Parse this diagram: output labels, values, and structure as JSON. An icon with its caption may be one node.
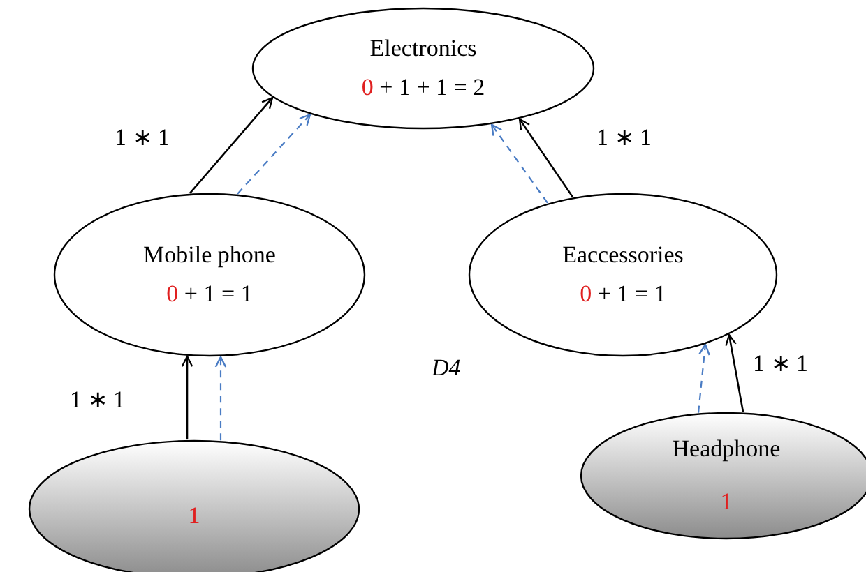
{
  "diagram": {
    "nodes": [
      {
        "text": [
          "Electronics",
          "0 + 1 + 1 = 2"
        ]
      },
      {
        "text": [
          "Mobile phone",
          "0 + 1 = 1"
        ]
      },
      {
        "text": [
          "Eaccessories",
          "0 + 1 = 1"
        ]
      },
      {
        "text": [
          "1"
        ]
      },
      {
        "text": [
          "Headphone",
          "1"
        ]
      }
    ],
    "edges": [
      {
        "from": 1,
        "to": 0,
        "arrow": "to",
        "label": "1 ∗ 1"
      },
      {
        "from": 1,
        "to": 0,
        "arrow": "to",
        "style": "dashed",
        "color": "#4a7cc4"
      },
      {
        "from": 2,
        "to": 0,
        "arrow": "to",
        "label": "1 ∗ 1"
      },
      {
        "from": 2,
        "to": 0,
        "arrow": "to",
        "style": "dashed",
        "color": "#4a7cc4"
      },
      {
        "from": 3,
        "to": 1,
        "arrow": "to",
        "label": "1 ∗ 1"
      },
      {
        "from": 3,
        "to": 1,
        "arrow": "to",
        "style": "dashed",
        "color": "#4a7cc4"
      },
      {
        "from": 4,
        "to": 2,
        "arrow": "to",
        "label": "1 ∗ 1"
      },
      {
        "from": 4,
        "to": 2,
        "arrow": "to",
        "style": "dashed",
        "color": "#4a7cc4"
      }
    ],
    "labels": [
      "D4"
    ]
  }
}
